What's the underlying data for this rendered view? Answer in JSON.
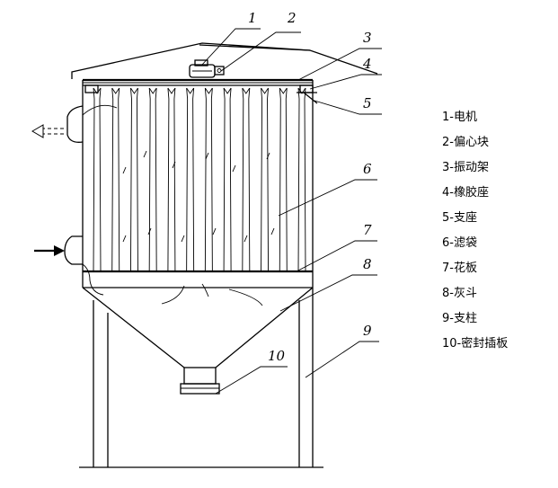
{
  "callouts": [
    "1",
    "2",
    "3",
    "4",
    "5",
    "6",
    "7",
    "8",
    "9",
    "10"
  ],
  "legend": [
    "1-电机",
    "2-偏心块",
    "3-振动架",
    "4-橡胶座",
    "5-支座",
    "6-滤袋",
    "7-花板",
    "8-灰斗",
    "9-支柱",
    "10-密封插板"
  ],
  "bag_count": 12
}
